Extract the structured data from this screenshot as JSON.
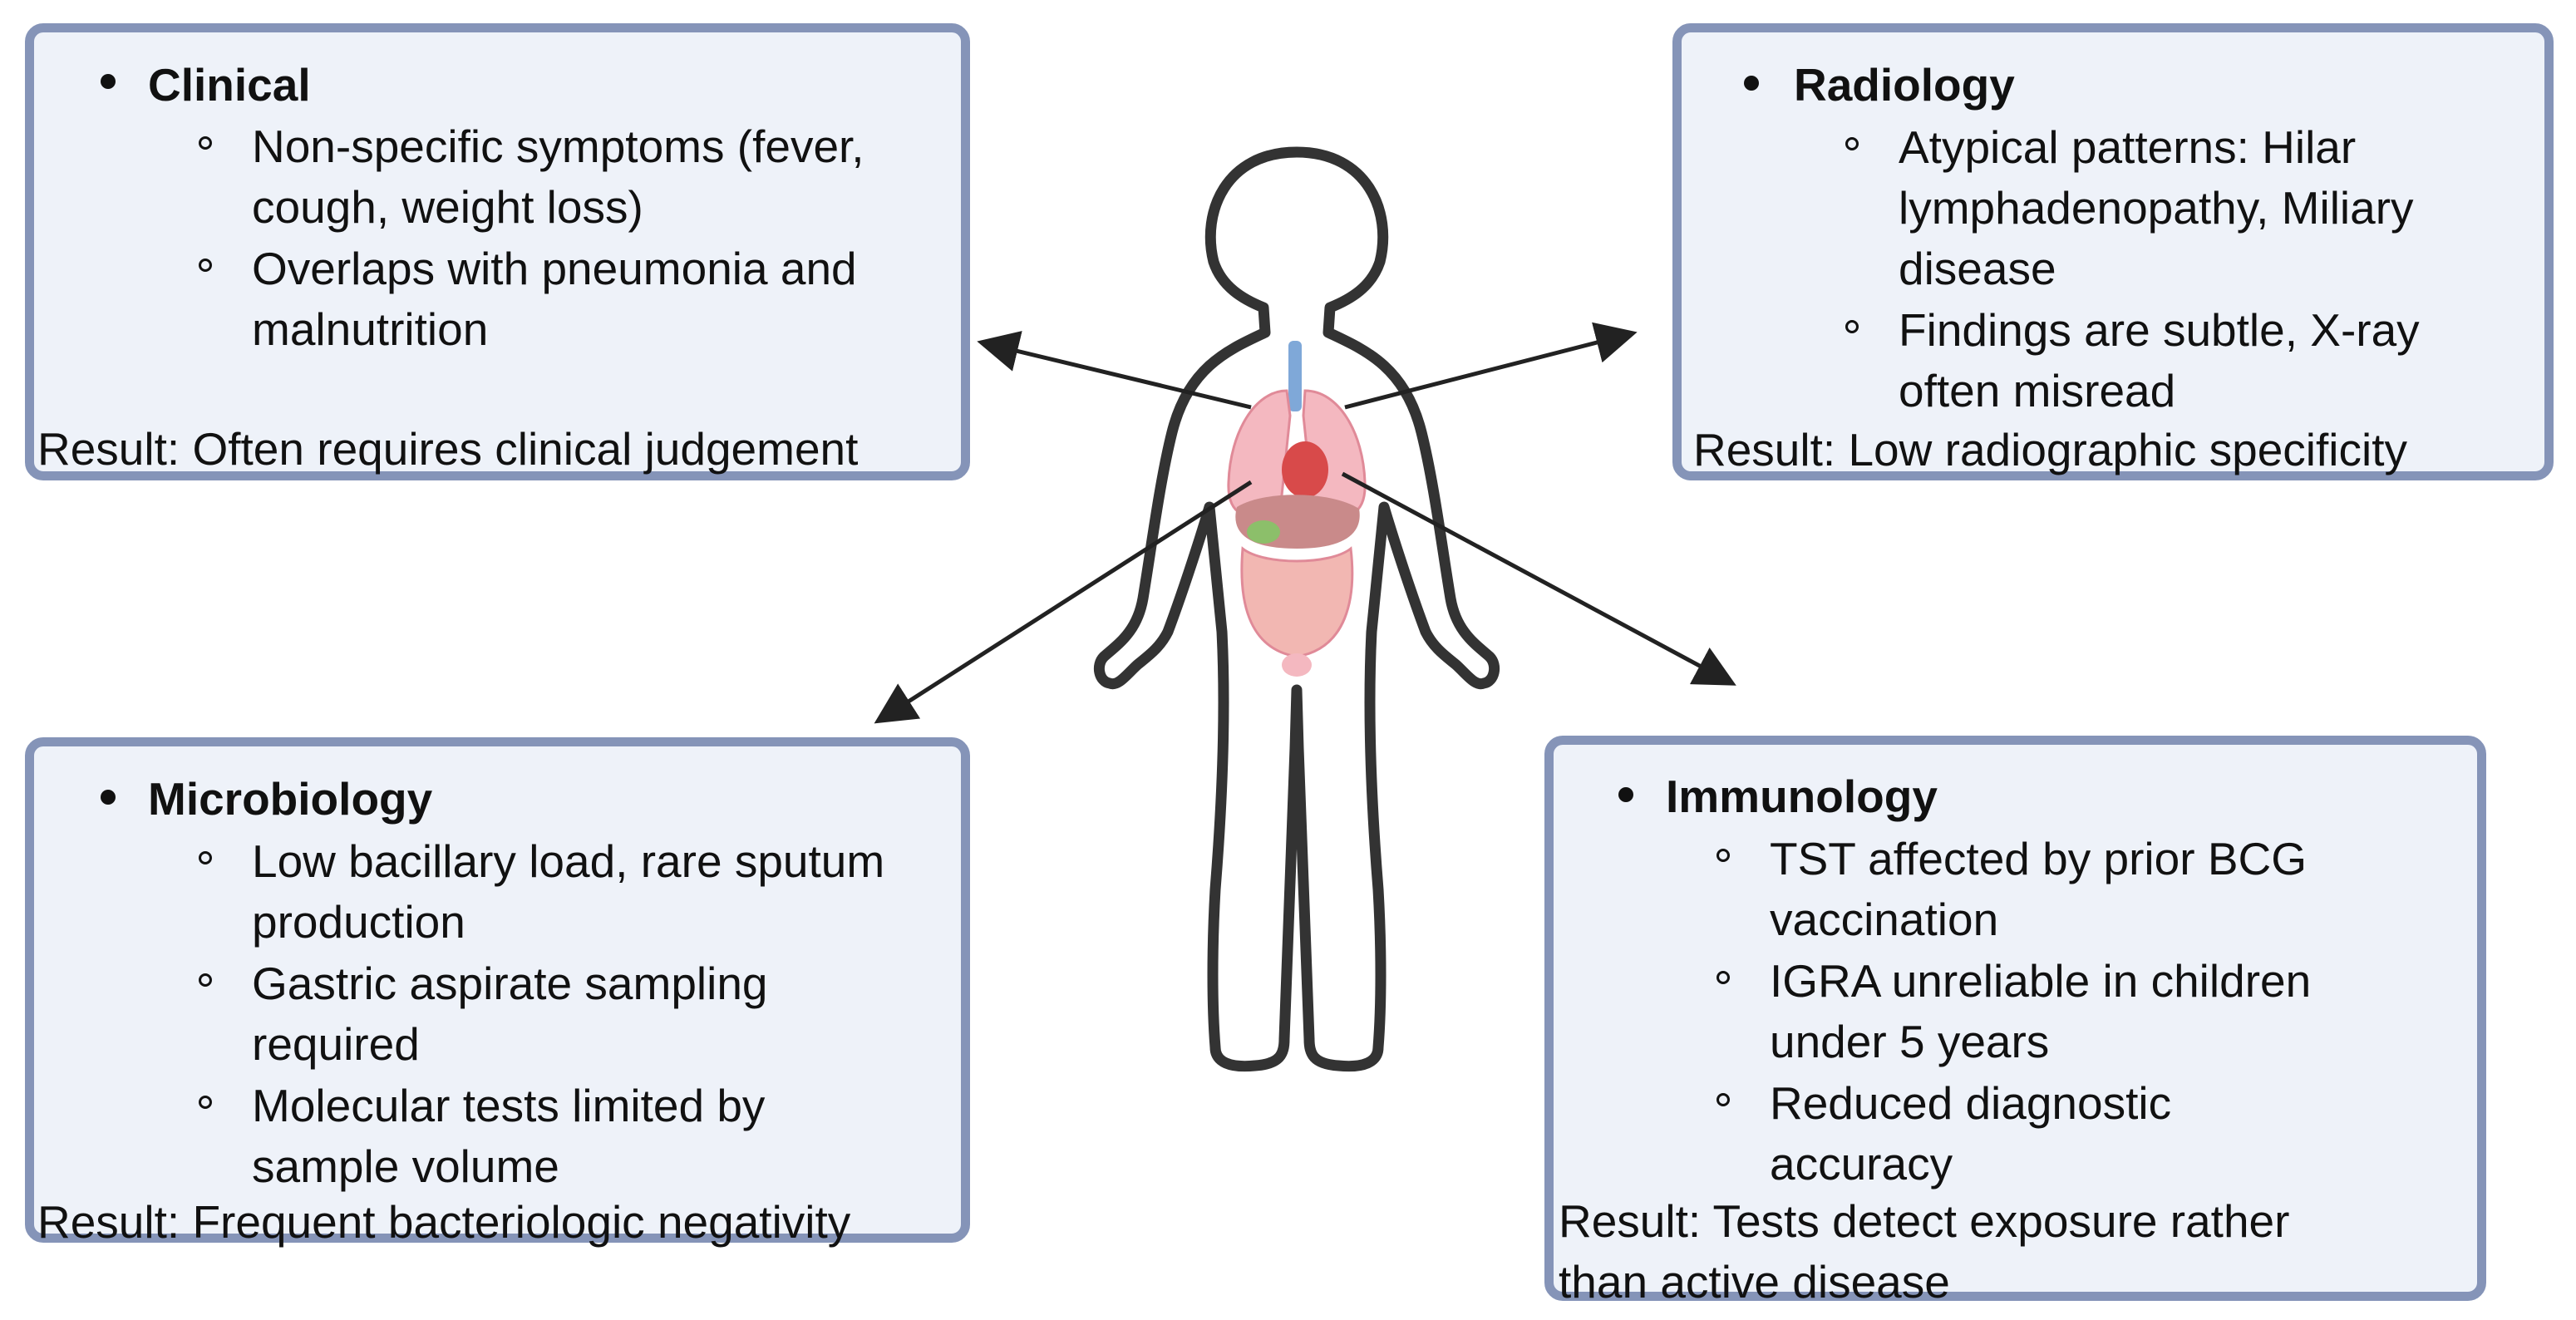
{
  "clinical": {
    "title": "Clinical",
    "items": [
      [
        "Non-specific symptoms (fever,",
        "cough, weight loss)"
      ],
      [
        "Overlaps with pneumonia and",
        "malnutrition"
      ]
    ],
    "result": "Result: Often requires clinical judgement"
  },
  "radiology": {
    "title": "Radiology",
    "items": [
      [
        "Atypical patterns: Hilar",
        "lymphadenopathy, Miliary",
        "disease"
      ],
      [
        "Findings are subtle, X-ray",
        "often misread"
      ]
    ],
    "result": "Result: Low radiographic specificity"
  },
  "microbiology": {
    "title": "Microbiology",
    "items": [
      [
        "Low bacillary load, rare sputum",
        "production"
      ],
      [
        "Gastric aspirate sampling",
        "required"
      ],
      [
        "Molecular tests limited by",
        "sample volume"
      ]
    ],
    "result": "Result: Frequent bacteriologic negativity"
  },
  "immunology": {
    "title": "Immunology",
    "items": [
      [
        "TST affected by prior BCG",
        "vaccination"
      ],
      [
        "IGRA unreliable in children",
        "under 5 years"
      ],
      [
        "Reduced diagnostic",
        "accuracy"
      ]
    ],
    "result_lines": [
      "Result: Tests detect exposure rather",
      "than active disease"
    ]
  },
  "colors": {
    "box_border": "#8594b8",
    "box_fill": "#eef2f9",
    "outline": "#333333",
    "organs_lung": "#f4b8c0",
    "organs_heart": "#d84a4a",
    "organs_trachea": "#7fa8d8"
  }
}
